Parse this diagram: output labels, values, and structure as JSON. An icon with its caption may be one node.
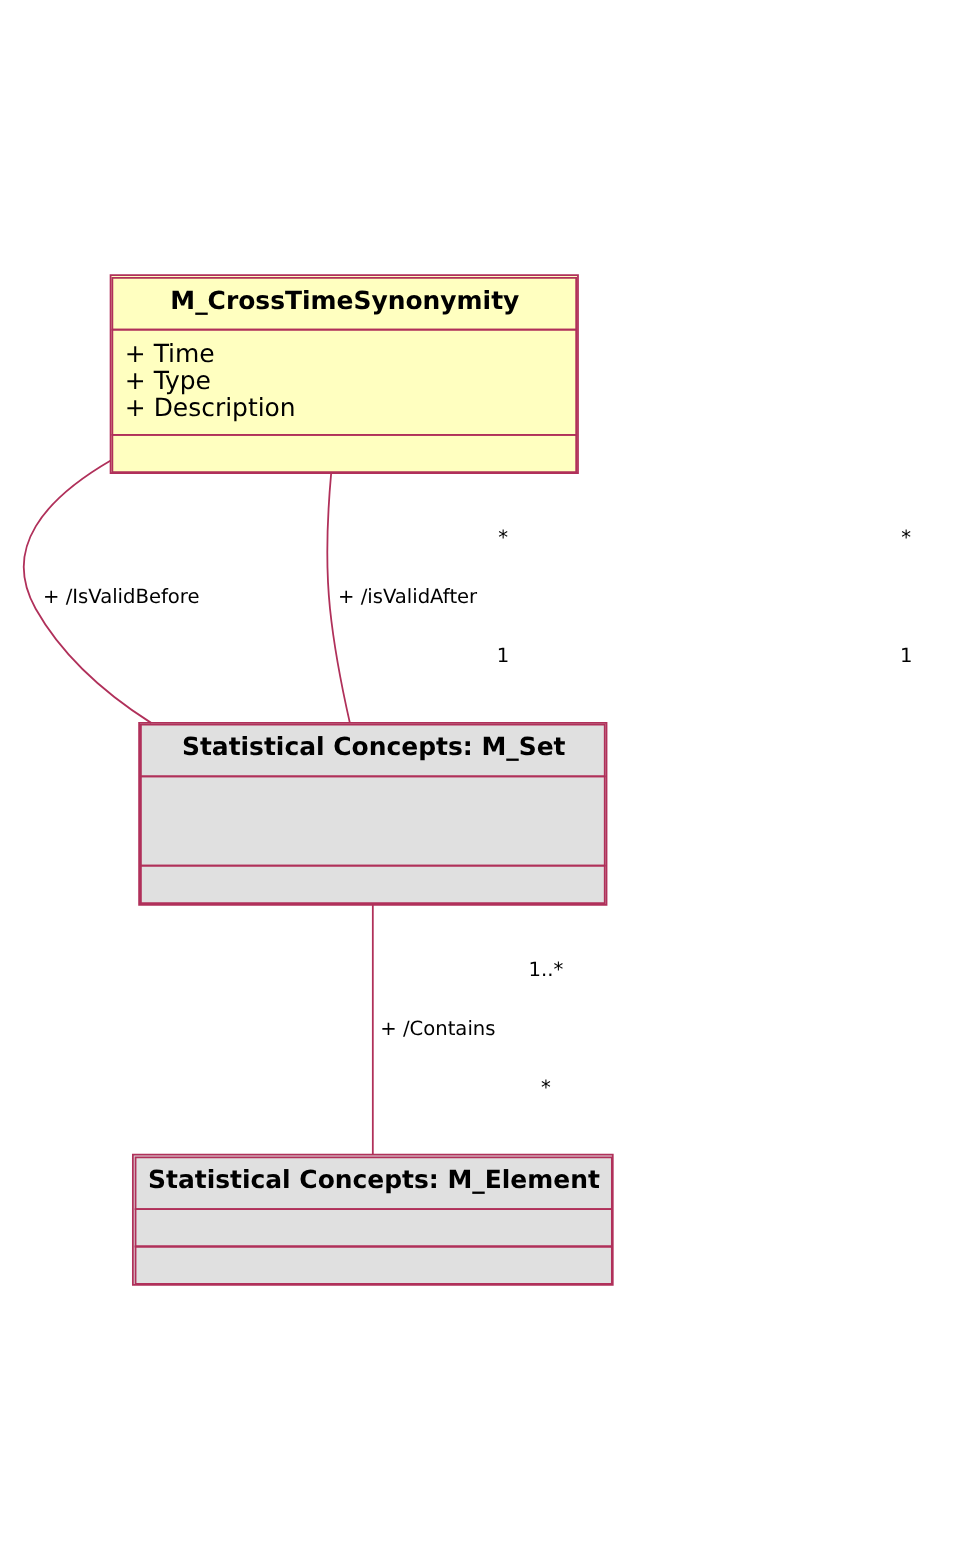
{
  "diagram": {
    "nodes": [
      {
        "text": [
          "M_CrossTimeSynonymity",
          "+ Time",
          "+ Type",
          "+ Description"
        ]
      },
      {
        "text": [
          "Statistical Concepts: M_Set"
        ]
      },
      {
        "text": [
          "Statistical Concepts: M_Element"
        ]
      }
    ],
    "edges": [
      {
        "from": 0,
        "to": 1,
        "arrow": "none",
        "label": "+ /IsValidBefore"
      },
      {
        "from": 0,
        "to": 1,
        "arrow": "none",
        "label": "+ /isValidAfter"
      },
      {
        "from": 1,
        "to": 2,
        "arrow": "none",
        "label": "+ /Contains"
      }
    ],
    "labels": [
      "*",
      "*",
      "1",
      "1",
      "1..*",
      "*"
    ]
  }
}
